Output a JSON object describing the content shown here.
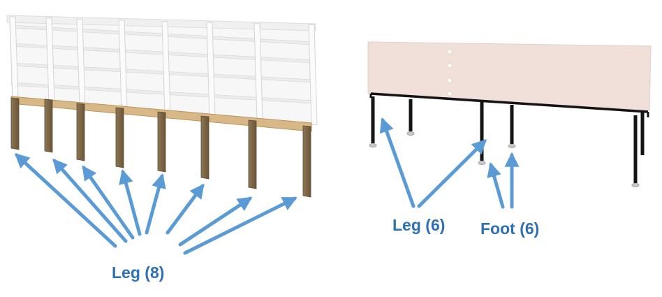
{
  "labels": {
    "left_legs": "Leg (8)",
    "right_legs": "Leg (6)",
    "right_feet": "Foot (6)"
  },
  "colors": {
    "callout": "#2f6fb5",
    "arrow": "#5b9bd5",
    "shelf_frame": "#f3f3f3",
    "shelf_edge": "#dcdcdc",
    "wood_leg": "#7a6646",
    "wood_rail": "#d9b887",
    "cabinet": "#f1dfd9",
    "metal_frame": "#141414",
    "foot": "#c8c8c8"
  }
}
